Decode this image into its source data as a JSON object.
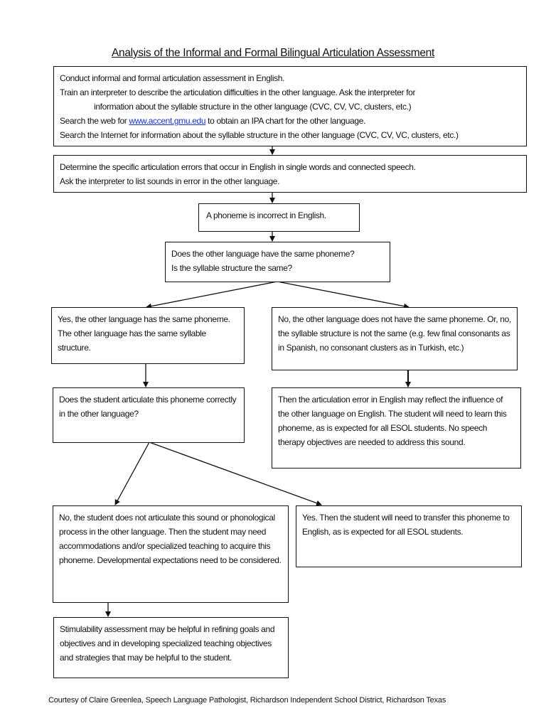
{
  "title": "Analysis of the Informal and Formal Bilingual Articulation Assessment",
  "boxes": {
    "step1": {
      "line1": "Conduct informal and formal articulation assessment in English.",
      "line2": "Train an interpreter to describe the articulation difficulties in the other language.  Ask the interpreter for",
      "line3": "information about the syllable structure in the other language (CVC, CV, VC, clusters, etc.)",
      "line4_pre": "Search the web for ",
      "line4_link": "www.accent.gmu.edu",
      "line4_post": " to obtain an IPA chart for the other language.",
      "line5": "Search the Internet for information about the syllable structure in the other language (CVC, CV, VC, clusters, etc.)"
    },
    "step2": {
      "line1": "Determine the specific articulation errors that occur in English in single words and connected speech.",
      "line2": " Ask the interpreter to list sounds in error in the other language."
    },
    "step3": "A phoneme is incorrect in English.",
    "question1": {
      "line1": "Does the other language have the same phoneme?",
      "line2": " Is the syllable structure the same?"
    },
    "yes_same": "Yes, the other language has the same phoneme.  The other language has the same syllable structure.",
    "no_same": "No, the other language does not have the same phoneme.  Or, no, the syllable structure is not the same (e.g. few final consonants as in Spanish, no consonant clusters as in Turkish, etc.)",
    "question2": "Does the student articulate this phoneme correctly in the other language?",
    "influence": "Then the articulation error in English may reflect the influence of the other language on English.  The student will need to learn this phoneme, as is expected for all ESOL students.  No speech therapy objectives are needed to address this sound.",
    "no_articulate": "No, the student does not articulate this sound or phonological process in the other language.  Then the student may need accommodations and/or specialized teaching to acquire this phoneme.  Developmental expectations need to be considered.",
    "yes_transfer": "Yes.  Then the student will need to transfer this phoneme to English, as is expected for all ESOL students.",
    "stimulability": "Stimulability assessment may be helpful in refining goals and objectives and in developing specialized teaching objectives and strategies that may be helpful to the student."
  },
  "footer": "Courtesy of Claire Greenlea, Speech Language Pathologist, Richardson Independent School  District, Richardson Texas",
  "colors": {
    "link": "#1a35c9",
    "line": "#111111"
  }
}
